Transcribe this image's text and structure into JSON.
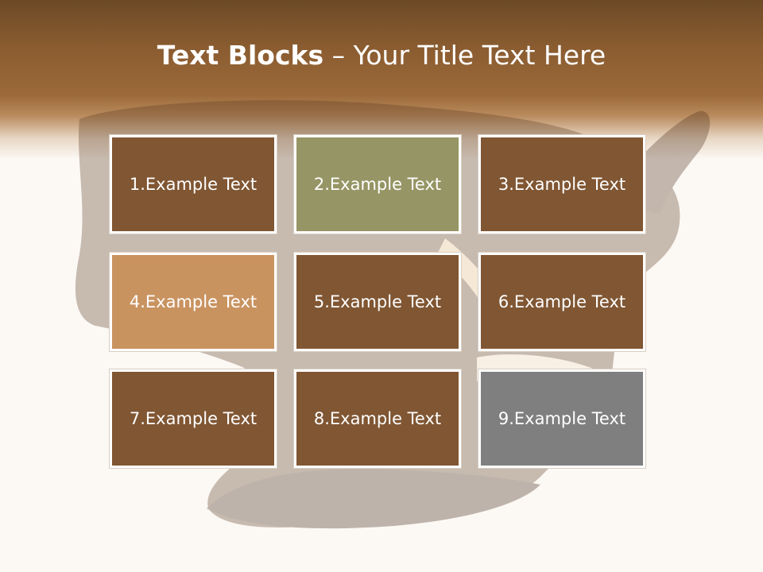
{
  "title": {
    "bold": "Text Blocks",
    "dash": " – ",
    "rest": "Your Title Text Here"
  },
  "colors": {
    "header_dark": "#6c4a26",
    "header_mid": "#9c6a3a",
    "background": "#fcf8f4",
    "block_brown": "#805633",
    "block_olive": "#969565",
    "block_tan": "#c99360",
    "block_gray": "#7f7f7f",
    "text": "#ffffff"
  },
  "blocks": [
    {
      "label": "1.Example Text",
      "color": "#805633"
    },
    {
      "label": "2.Example Text",
      "color": "#969565"
    },
    {
      "label": "3.Example Text",
      "color": "#805633"
    },
    {
      "label": "4.Example Text",
      "color": "#c99360"
    },
    {
      "label": "5.Example Text",
      "color": "#805633"
    },
    {
      "label": "6.Example Text",
      "color": "#805633"
    },
    {
      "label": "7.Example Text",
      "color": "#805633"
    },
    {
      "label": "8.Example Text",
      "color": "#805633"
    },
    {
      "label": "9.Example Text",
      "color": "#7f7f7f"
    }
  ]
}
